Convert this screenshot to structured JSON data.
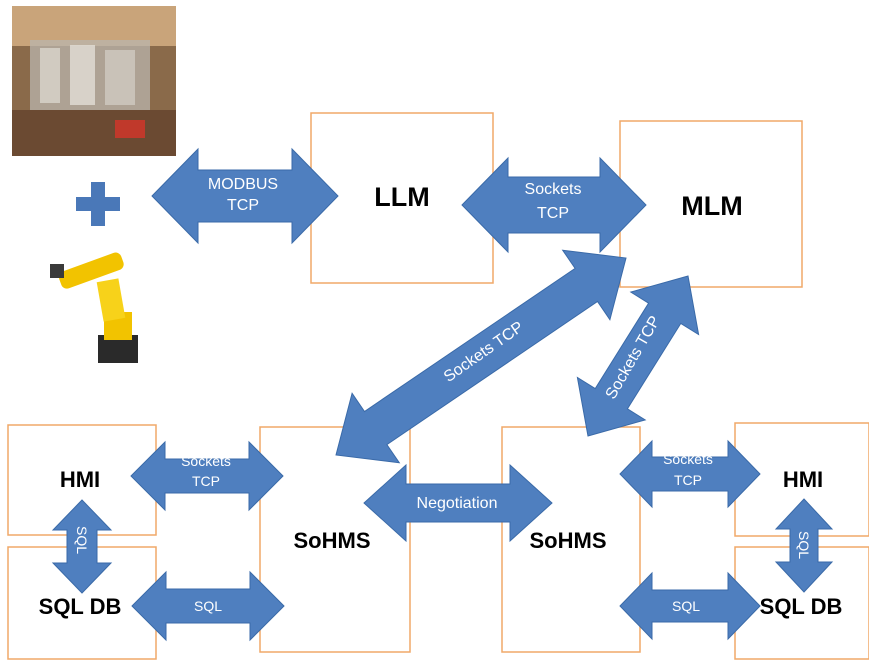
{
  "colors": {
    "box_border": "#f0a868",
    "arrow_fill": "#4f7fbf",
    "arrow_stroke": "#3a6aa8",
    "plus": "#4a78b8",
    "label_text": "#000000",
    "arrow_text": "#ffffff"
  },
  "images": {
    "factory_photo": "manufacturing-cell-photo",
    "robot_photo": "yellow-industrial-robot-arm"
  },
  "plus_icon": "plus-icon",
  "nodes": {
    "llm": "LLM",
    "mlm": "MLM",
    "hmi_left": "HMI",
    "hmi_right": "HMI",
    "sohms_left": "SoHMS",
    "sohms_right": "SoHMS",
    "sqldb_left": "SQL DB",
    "sqldb_right": "SQL DB"
  },
  "edges": {
    "modbus_1": "MODBUS",
    "modbus_2": "TCP",
    "llm_mlm_1": "Sockets",
    "llm_mlm_2": "TCP",
    "mlm_sohms_left": "Sockets TCP",
    "mlm_sohms_right": "Sockets TCP",
    "hmi_sohms_left_1": "Sockets",
    "hmi_sohms_left_2": "TCP",
    "hmi_sohms_right_1": "Sockets",
    "hmi_sohms_right_2": "TCP",
    "negotiation": "Negotiation",
    "hmi_sql_left": "SQL",
    "hmi_sql_right": "SQL",
    "sql_sohms_left": "SQL",
    "sql_sohms_right": "SQL"
  }
}
